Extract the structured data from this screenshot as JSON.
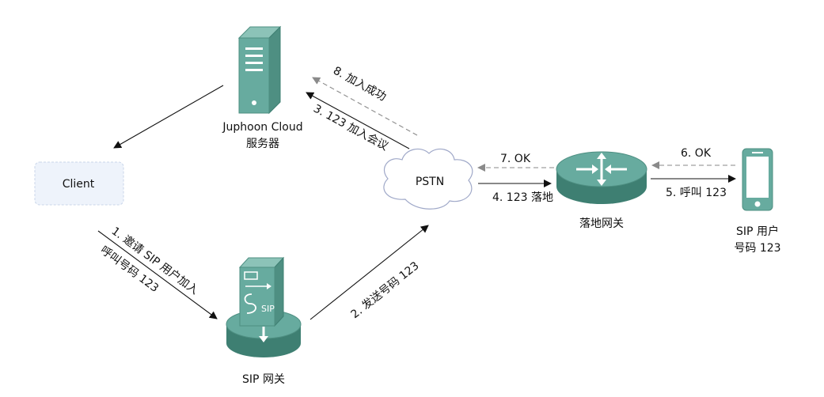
{
  "nodes": {
    "server": {
      "line1": "Juphoon Cloud",
      "line2": "服务器"
    },
    "client": {
      "label": "Client"
    },
    "pstn": {
      "label": "PSTN"
    },
    "landing_gateway": {
      "label": "落地网关"
    },
    "sip_user": {
      "line1": "SIP 用户",
      "line2": "号码 123"
    },
    "sip_gateway": {
      "label": "SIP 网关",
      "icon_text": "SIP"
    }
  },
  "edges": {
    "step1": {
      "line1": "1. 邀请 SIP 用户加入",
      "line2": "呼叫号码 123"
    },
    "step2": {
      "label": "2. 发送号码 123"
    },
    "step3": {
      "label": "3. 123 加入会议"
    },
    "step4": {
      "label": "4. 123 落地"
    },
    "step5": {
      "label": "5. 呼叫 123"
    },
    "step6": {
      "label": "6. OK"
    },
    "step7": {
      "label": "7. OK"
    },
    "step8": {
      "label": "8. 加入成功"
    }
  },
  "colors": {
    "device_green": "#67AB9F",
    "device_dark": "#3E7F72",
    "client_fill": "#EEF3FB",
    "client_border": "#C9D6EA",
    "cloud_border": "#9FA8C8",
    "arrow": "#111111",
    "dashed_arrow": "#8A8A8A"
  }
}
